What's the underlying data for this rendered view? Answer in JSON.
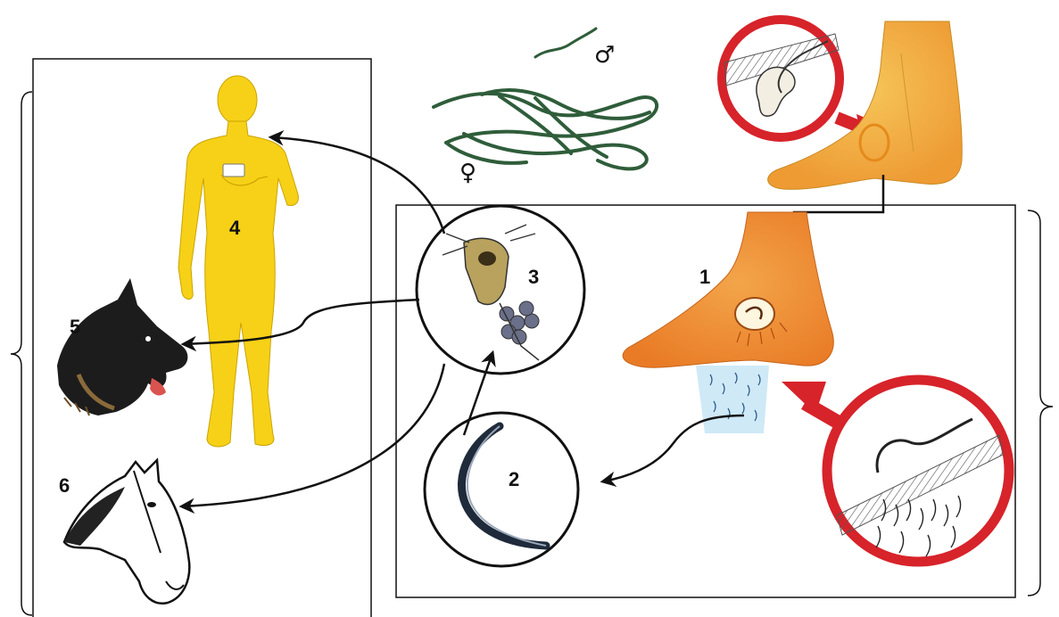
{
  "labels": {
    "worm_infected_foot": "1",
    "larva": "2",
    "cyclops_copepod": "3",
    "human_host": "4",
    "dog_host": "5",
    "horse_host": "6"
  },
  "symbols": {
    "male": "♂",
    "female": "♀"
  },
  "colors": {
    "human": "#f7d117",
    "foot_upper": "#f2b640",
    "foot_lower": "#ef8e32",
    "magnifier_ring": "#d7232a",
    "arrow_red": "#d7232a",
    "worm_green": "#2f5d3a",
    "outline": "#111111",
    "water": "#9cd0ee"
  },
  "icons": [
    "human-figure-icon",
    "dog-head-icon",
    "horse-head-icon",
    "copepod-icon",
    "larva-icon",
    "worm-male-icon",
    "worm-female-icon",
    "foot-blister-icon",
    "foot-skin-icon",
    "magnifier-skin-icon",
    "magnifier-worm-release-icon"
  ]
}
